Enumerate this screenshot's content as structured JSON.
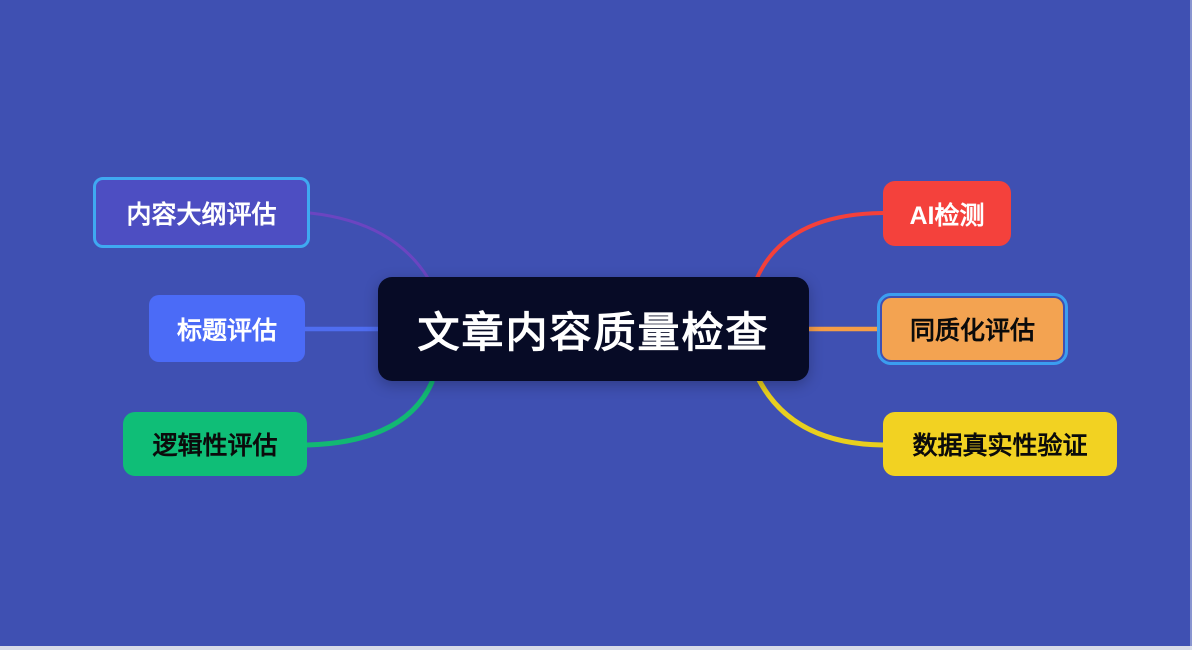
{
  "diagram": {
    "type": "mindmap",
    "background_color": "#3f50b2",
    "bottom_strip_color": "#d8dbe8",
    "center": {
      "label": "文章内容质量检查",
      "fill": "#070b26",
      "text_color": "#ffffff"
    },
    "branches": [
      {
        "id": "content-outline",
        "label": "内容大纲评估",
        "side": "left",
        "fill": "#4d4ec2",
        "border_color": "#3fa9f1",
        "text_color": "#ffffff",
        "connector_color": "#6b45c1"
      },
      {
        "id": "title-evaluation",
        "label": "标题评估",
        "side": "left",
        "fill": "#4b6bf7",
        "text_color": "#ffffff",
        "connector_color": "#4f6df0"
      },
      {
        "id": "logic-evaluation",
        "label": "逻辑性评估",
        "side": "left",
        "fill": "#0fbe77",
        "text_color": "#0b0b0b",
        "connector_color": "#12b873"
      },
      {
        "id": "ai-detection",
        "label": "AI检测",
        "side": "right",
        "fill": "#f4413c",
        "text_color": "#ffffff",
        "connector_color": "#f4403a"
      },
      {
        "id": "homogenization-evaluation",
        "label": "同质化评估",
        "side": "right",
        "fill": "#f3a351",
        "border_color": "#3b9ef0",
        "text_color": "#0b0b0b",
        "connector_color": "#f59d47"
      },
      {
        "id": "data-authenticity",
        "label": "数据真实性验证",
        "side": "right",
        "fill": "#f2d222",
        "text_color": "#0b0b0b",
        "connector_color": "#e8cf1e"
      }
    ]
  }
}
